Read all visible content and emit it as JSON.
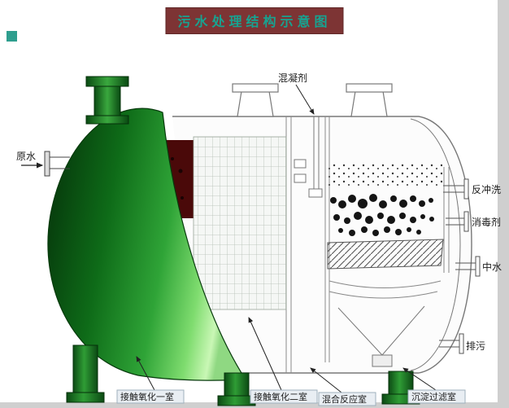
{
  "title": "污水处理结构示意图",
  "labels": {
    "raw_water": "原水",
    "coagulant": "混凝剂",
    "backwash": "反冲洗",
    "disinfectant": "消毒剂",
    "reclaimed_water": "中水",
    "drain": "排污",
    "chamber_oxidation_1": "接触氧化一室",
    "chamber_oxidation_2": "接触氧化二室",
    "chamber_mixing": "混合反应室",
    "chamber_sedimentation": "沉淀过滤室"
  },
  "colors": {
    "title_bg": "#7d3434",
    "title_text": "#17a391",
    "dome_dark": "#05320a",
    "dome_light": "#c9f7b5",
    "red_zone": "#4a0909",
    "outline": "#787878"
  }
}
